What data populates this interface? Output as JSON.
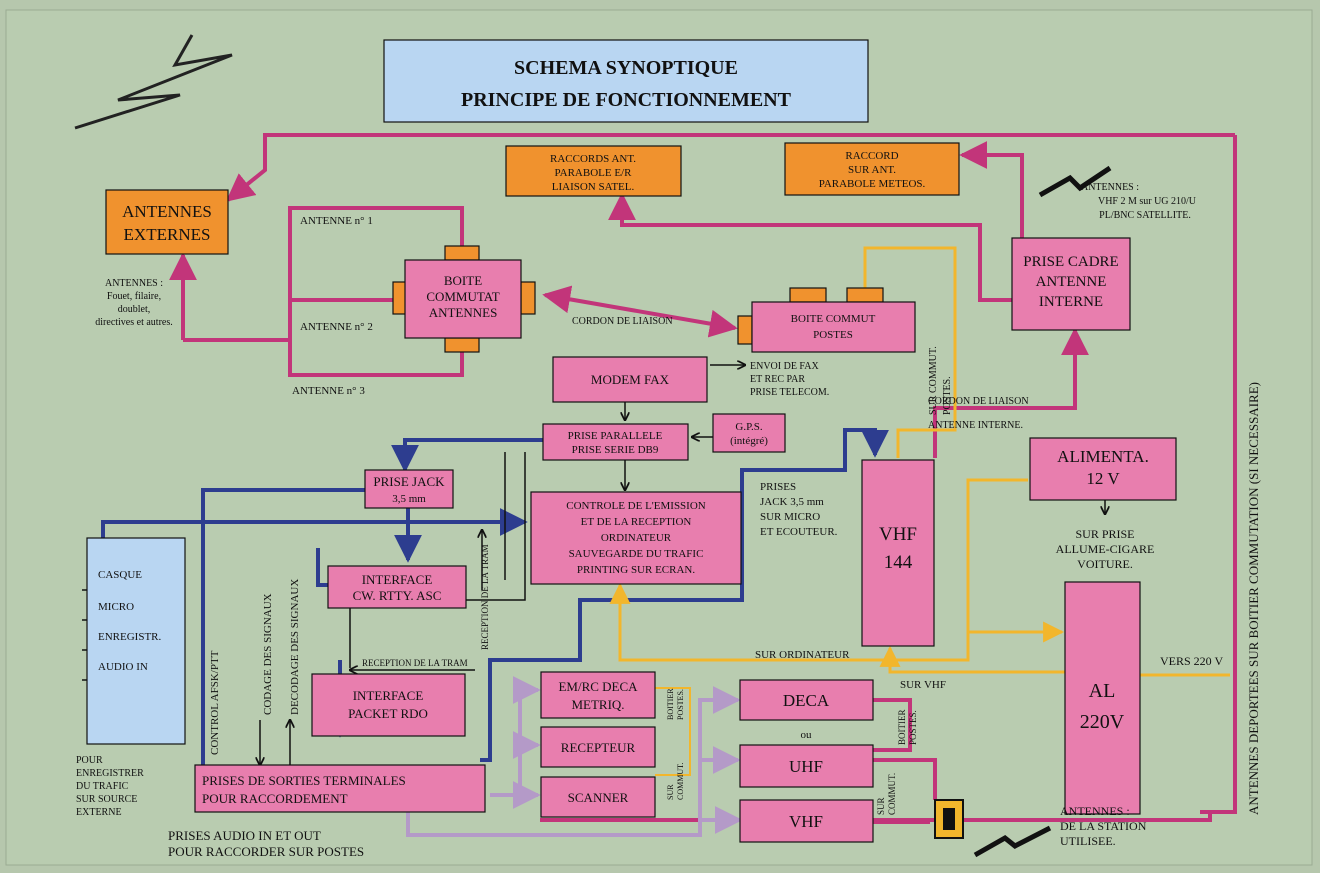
{
  "title": {
    "line1": "SCHEMA SYNOPTIQUE",
    "line2": "PRINCIPE DE FONCTIONNEMENT"
  },
  "nodes": {
    "antennes_externes": [
      "ANTENNES",
      "EXTERNES"
    ],
    "boite_commutat": [
      "BOITE",
      "COMMUTAT",
      "ANTENNES"
    ],
    "raccords_ant": [
      "RACCORDS ANT.",
      "PARABOLE E/R",
      "LIAISON SATEL."
    ],
    "raccord_meteos": [
      "RACCORD",
      "SUR ANT.",
      "PARABOLE METEOS."
    ],
    "prise_cadre": [
      "PRISE CADRE",
      "ANTENNE",
      "INTERNE"
    ],
    "boite_commut_postes": [
      "BOITE COMMUT",
      "POSTES"
    ],
    "modem_fax": [
      "MODEM FAX"
    ],
    "prise_parallele": [
      "PRISE PARALLELE",
      "PRISE SERIE DB9"
    ],
    "gps": [
      "G.P.S.",
      "(intégré)"
    ],
    "prise_jack": [
      "PRISE JACK",
      "3,5 mm"
    ],
    "controle": [
      "CONTROLE DE L'EMISSION",
      "ET DE LA RECEPTION",
      "ORDINATEUR",
      "SAUVEGARDE DU TRAFIC",
      "PRINTING SUR ECRAN."
    ],
    "interface_cw": [
      "INTERFACE",
      "CW. RTTY. ASC"
    ],
    "interface_packet": [
      "INTERFACE",
      "PACKET RDO"
    ],
    "vhf144": [
      "VHF",
      "144"
    ],
    "alimenta": [
      "ALIMENTA.",
      "12 V"
    ],
    "al220": [
      "AL",
      "220V"
    ],
    "em_rc_deca": [
      "EM/RC DECA",
      "METRIQ."
    ],
    "recepteur": [
      "RECEPTEUR"
    ],
    "scanner": [
      "SCANNER"
    ],
    "deca": [
      "DECA"
    ],
    "uhf": [
      "UHF"
    ],
    "vhf": [
      "VHF"
    ],
    "prises_sorties": [
      "PRISES DE SORTIES TERMINALES",
      "POUR RACCORDEMENT"
    ],
    "casque_panel": [
      "CASQUE",
      "MICRO",
      "ENREGISTR.",
      "AUDIO IN"
    ]
  },
  "labels": {
    "antenne1": "ANTENNE n° 1",
    "antenne2": "ANTENNE n° 2",
    "antenne3": "ANTENNE n° 3",
    "antennes_types": [
      "ANTENNES :",
      "Fouet, filaire,",
      "doublet,",
      "directives et autres."
    ],
    "cordon_liaison": "CORDON DE LIAISON",
    "envoi_fax": [
      "ENVOI DE FAX",
      "ET REC PAR",
      "PRISE TELECOM."
    ],
    "antennes_vhf": [
      "ANTENNES :",
      "VHF 2 M sur UG 210/U",
      "PL/BNC SATELLITE."
    ],
    "sur_commut_postes_v": [
      "SUR COMMUT.",
      "POSTES."
    ],
    "cordon_liaison_2": "CORDON DE LIAISON",
    "antenne_interne": "ANTENNE INTERNE.",
    "prises_jack": [
      "PRISES",
      "JACK 3,5 mm",
      "SUR MICRO",
      "ET ECOUTEUR."
    ],
    "sur_prise": [
      "SUR PRISE",
      "ALLUME-CIGARE",
      "VOITURE."
    ],
    "antennes_deportees": "ANTENNES DEPORTEES SUR BOITIER COMMUTATION (SI NECESSAIRE)",
    "reception_tram_v": "RECEPTION DE LA TRAM",
    "reception_tram_h": "RECEPTION DE LA TRAM",
    "control_afsk": "CONTROL AFSK/PTT",
    "codage": "CODAGE DES SIGNAUX",
    "decodage": "DECODAGE DES SIGNAUX",
    "sur_ordinateur": "SUR ORDINATEUR",
    "sur_vhf": "SUR VHF",
    "vers_220": "VERS 220 V",
    "ou": "ou",
    "boitier_postes_1": [
      "BOITIER",
      "POSTES."
    ],
    "sur_commut_1": [
      "SUR",
      "COMMUT."
    ],
    "boitier_postes_2": [
      "BOITIER",
      "POSTES."
    ],
    "sur_commut_2": [
      "SUR",
      "COMMUT."
    ],
    "pour_enregistrer": [
      "POUR",
      "ENREGISTRER",
      "DU TRAFIC",
      "SUR SOURCE",
      "EXTERNE"
    ],
    "prises_audio": [
      "PRISES AUDIO IN ET OUT",
      "POUR RACCORDER SUR POSTES"
    ],
    "antennes_station": [
      "ANTENNES :",
      "DE LA STATION",
      "UTILISEE."
    ]
  },
  "colors": {
    "background": "#b6c7ad",
    "pink": "#e87eae",
    "orange": "#f0922e",
    "blue_box": "#b9d6f2",
    "line_magenta": "#c2357a",
    "line_navy": "#2d3d8f",
    "line_yellow": "#f2b62c",
    "line_lilac": "#b49ac8"
  }
}
